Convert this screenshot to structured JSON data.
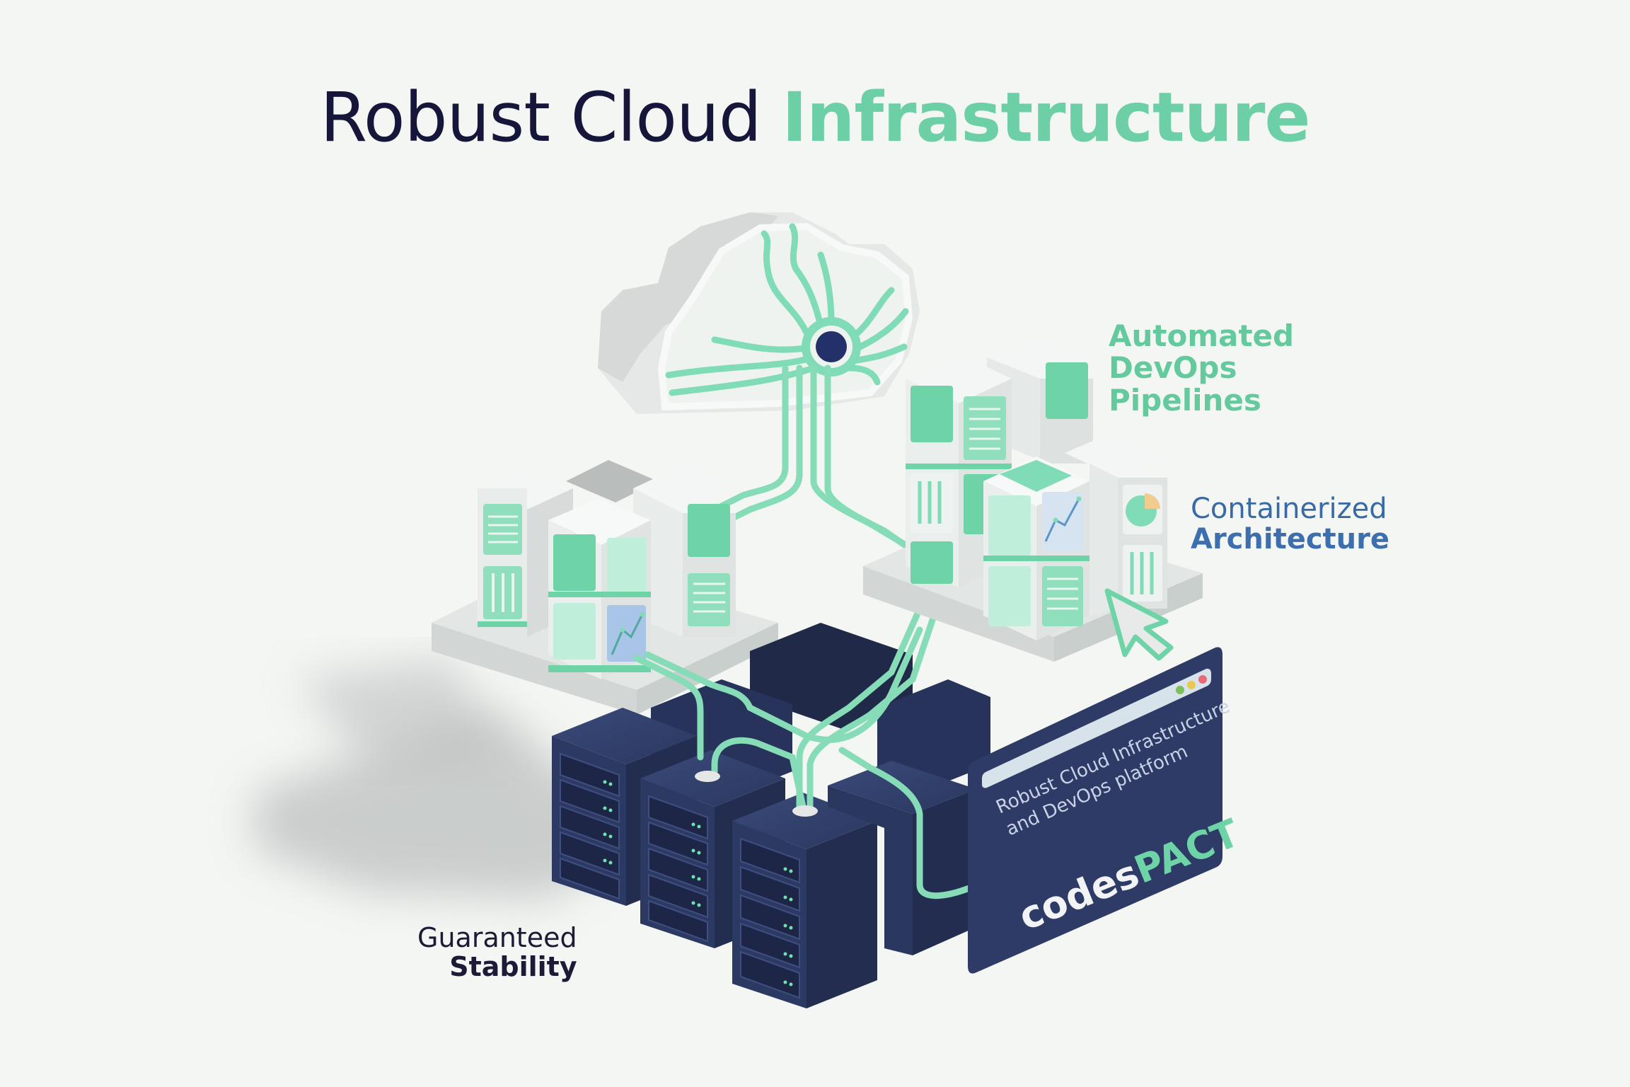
{
  "title": {
    "main": "Robust Cloud",
    "accent": "Infrastructure"
  },
  "labels": {
    "devops": [
      "Automated",
      "DevOps",
      "Pipelines"
    ],
    "containerized": {
      "line1": "Containerized",
      "line2": "Architecture"
    },
    "stability": {
      "line1": "Guaranteed",
      "line2": "Stability"
    }
  },
  "panel": {
    "subtitle_line1": "Robust Cloud Infrastructure",
    "subtitle_line2": "and DevOps platform",
    "brand_prefix": "codes",
    "brand_suffix": "PACT",
    "window_dots": [
      "green-dot",
      "yellow-dot",
      "red-dot"
    ]
  },
  "icons": {
    "cloud": "cloud-icon",
    "cursor": "cursor-arrow-icon",
    "line_chart": "line-chart-icon",
    "pie_chart": "pie-chart-icon",
    "list": "list-lines-icon",
    "bars": "vertical-bars-icon",
    "server": "server-rack-icon"
  },
  "colors": {
    "background": "#f3f6f3",
    "navy": "#16163a",
    "mint": "#6dcfa6",
    "blue": "#3d6fae",
    "server": "#2c3a63",
    "panel": "#2e3b66"
  }
}
